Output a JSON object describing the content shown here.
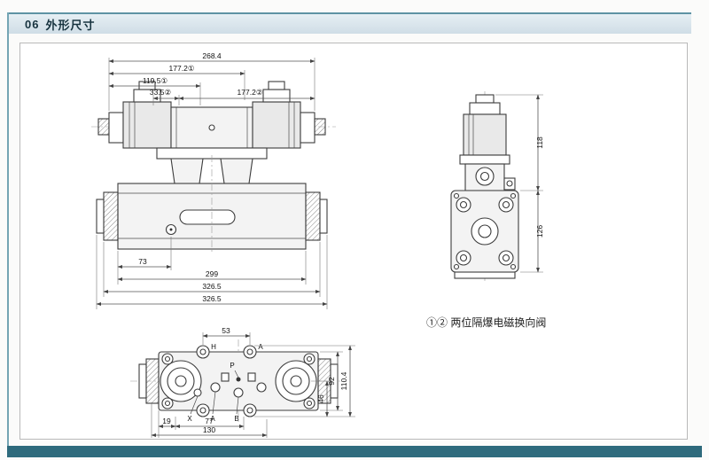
{
  "header": {
    "number": "06",
    "title": "外形尺寸"
  },
  "note": "①② 两位隔爆电磁换向阀",
  "front_view": {
    "overall_width": "268.4",
    "width_177_1": "177.2①",
    "width_119_5": "119.5①",
    "width_33_5": "33.5②",
    "width_177_2": "177.2②",
    "dim_73": "73",
    "dim_299": "299",
    "dim_326_5_a": "326.5",
    "dim_326_5_b": "326.5"
  },
  "side_view": {
    "height_top": "118",
    "height_bottom": "126"
  },
  "top_view": {
    "dim_53": "53",
    "dim_92": "92",
    "dim_110_4": "110.4",
    "dim_46": "46",
    "dim_19": "19",
    "dim_77": "77",
    "dim_130": "130",
    "ports": {
      "h": "H",
      "a_top": "A",
      "x": "X",
      "a": "A",
      "b": "B",
      "p": "P"
    }
  }
}
